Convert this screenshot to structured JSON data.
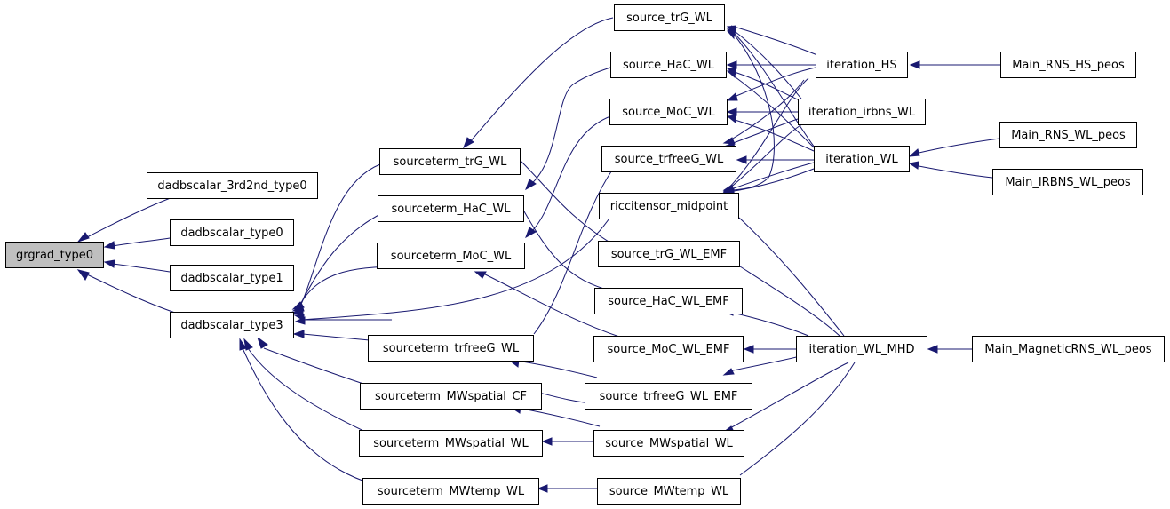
{
  "graph": {
    "edge_color": "#191970",
    "root_fill": "#bfbfbf",
    "nodes": [
      {
        "id": "grgrad_type0",
        "label": "grgrad_type0",
        "root": true
      },
      {
        "id": "dadbscalar_3rd2nd_type0",
        "label": "dadbscalar_3rd2nd_type0"
      },
      {
        "id": "dadbscalar_type0",
        "label": "dadbscalar_type0"
      },
      {
        "id": "dadbscalar_type1",
        "label": "dadbscalar_type1"
      },
      {
        "id": "dadbscalar_type3",
        "label": "dadbscalar_type3"
      },
      {
        "id": "sourceterm_trG_WL",
        "label": "sourceterm_trG_WL"
      },
      {
        "id": "sourceterm_HaC_WL",
        "label": "sourceterm_HaC_WL"
      },
      {
        "id": "sourceterm_MoC_WL",
        "label": "sourceterm_MoC_WL"
      },
      {
        "id": "sourceterm_trfreeG_WL",
        "label": "sourceterm_trfreeG_WL"
      },
      {
        "id": "sourceterm_MWspatial_CF",
        "label": "sourceterm_MWspatial_CF"
      },
      {
        "id": "sourceterm_MWspatial_WL",
        "label": "sourceterm_MWspatial_WL"
      },
      {
        "id": "sourceterm_MWtemp_WL",
        "label": "sourceterm_MWtemp_WL"
      },
      {
        "id": "source_trG_WL",
        "label": "source_trG_WL"
      },
      {
        "id": "source_HaC_WL",
        "label": "source_HaC_WL"
      },
      {
        "id": "source_MoC_WL",
        "label": "source_MoC_WL"
      },
      {
        "id": "source_trfreeG_WL",
        "label": "source_trfreeG_WL"
      },
      {
        "id": "riccitensor_midpoint",
        "label": "riccitensor_midpoint"
      },
      {
        "id": "source_trG_WL_EMF",
        "label": "source_trG_WL_EMF"
      },
      {
        "id": "source_HaC_WL_EMF",
        "label": "source_HaC_WL_EMF"
      },
      {
        "id": "source_MoC_WL_EMF",
        "label": "source_MoC_WL_EMF"
      },
      {
        "id": "source_trfreeG_WL_EMF",
        "label": "source_trfreeG_WL_EMF"
      },
      {
        "id": "source_MWspatial_WL",
        "label": "source_MWspatial_WL"
      },
      {
        "id": "source_MWtemp_WL",
        "label": "source_MWtemp_WL"
      },
      {
        "id": "iteration_HS",
        "label": "iteration_HS"
      },
      {
        "id": "iteration_irbns_WL",
        "label": "iteration_irbns_WL"
      },
      {
        "id": "iteration_WL",
        "label": "iteration_WL"
      },
      {
        "id": "iteration_WL_MHD",
        "label": "iteration_WL_MHD"
      },
      {
        "id": "Main_RNS_HS_peos",
        "label": "Main_RNS_HS_peos"
      },
      {
        "id": "Main_RNS_WL_peos",
        "label": "Main_RNS_WL_peos"
      },
      {
        "id": "Main_IRBNS_WL_peos",
        "label": "Main_IRBNS_WL_peos"
      },
      {
        "id": "Main_MagneticRNS_WL_peos",
        "label": "Main_MagneticRNS_WL_peos"
      }
    ]
  }
}
